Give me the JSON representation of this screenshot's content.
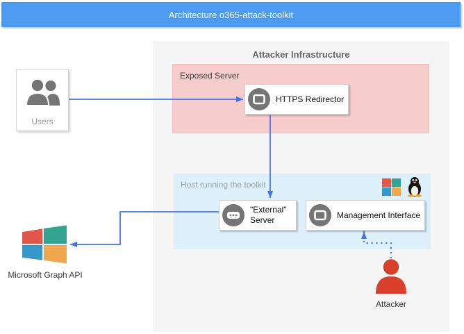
{
  "banner": {
    "title": "Architecture o365-attack-toolkit"
  },
  "infrastructure": {
    "title": "Attacker Infrastructure",
    "exposed_server": {
      "label": "Exposed Server",
      "component": {
        "label": "HTTPS Redirector",
        "icon": "app-window-icon"
      }
    },
    "host": {
      "label": "Host running the toolkit",
      "os_icons": [
        "windows-logo",
        "linux-tux-logo"
      ],
      "components": [
        {
          "label": "\"External\"\nServer",
          "icon": "server-dots-icon"
        },
        {
          "label": "Management Interface",
          "icon": "app-window-icon"
        }
      ]
    }
  },
  "external_nodes": {
    "users": {
      "label": "Users",
      "icon": "users-icon"
    },
    "graph_api": {
      "label": "Microsoft Graph API",
      "icon": "microsoft-flag-logo"
    },
    "attacker": {
      "label": "Attacker",
      "icon": "person-icon"
    }
  },
  "connections": [
    {
      "from": "Users",
      "to": "HTTPS Redirector",
      "style": "solid-arrow"
    },
    {
      "from": "HTTPS Redirector",
      "to": "\"External\" Server",
      "style": "solid-arrow"
    },
    {
      "from": "\"External\" Server",
      "to": "Microsoft Graph API",
      "style": "solid-arrow"
    },
    {
      "from": "Attacker",
      "to": "Management Interface",
      "style": "dotted-arrow"
    }
  ],
  "colors": {
    "banner_bg": "#4D9BF0",
    "container_bg": "#F5F5F5",
    "exposed_bg": "#F5CBCB",
    "host_bg": "#DEF0FA",
    "connector_blue": "#4472E8",
    "attacker_red": "#D8402C",
    "icon_gray": "#757575",
    "ms_red": "#E2574C",
    "ms_teal": "#31A592",
    "ms_blue": "#3498CB",
    "ms_orange": "#F0A84E"
  }
}
